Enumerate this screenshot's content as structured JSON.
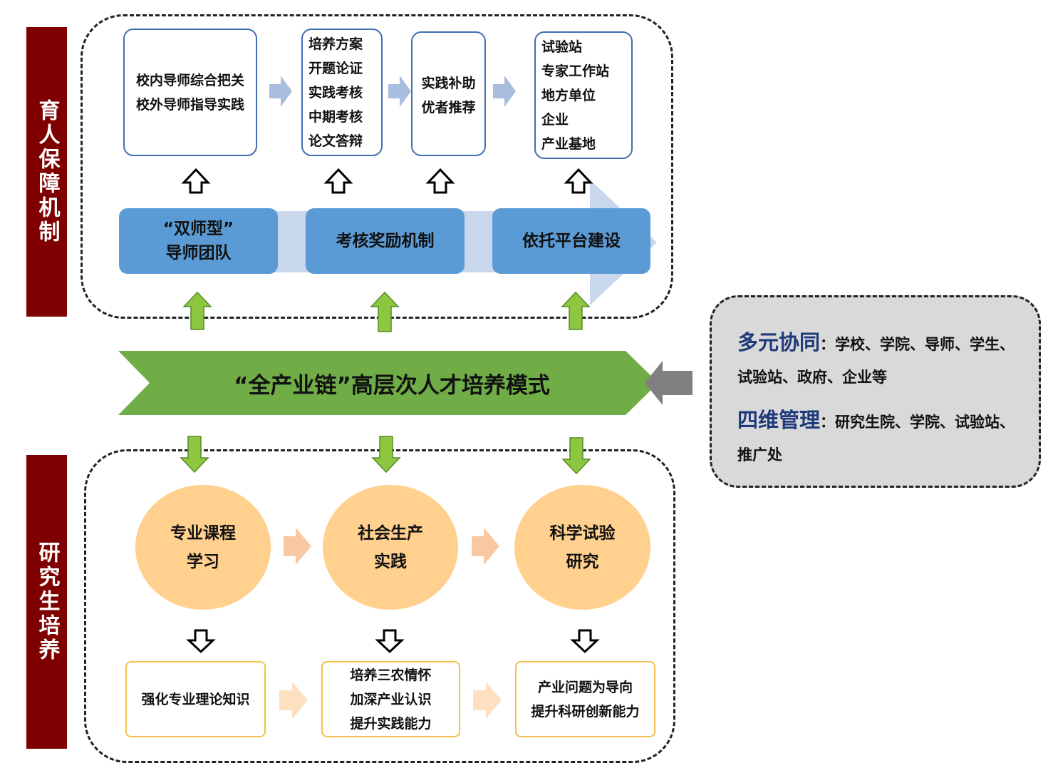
{
  "left_labels": {
    "top": "育人保障机制",
    "bottom": "研究生培养"
  },
  "top_boxes": [
    {
      "lines": [
        "校内导师综合把关",
        "校外导师指导实践"
      ]
    },
    {
      "lines": [
        "培养方案",
        "开题论证",
        "实践考核",
        "中期考核",
        "论文答辩"
      ]
    },
    {
      "lines": [
        "实践补助",
        "优者推荐"
      ]
    },
    {
      "lines": [
        "试验站",
        "专家工作站",
        "地方单位",
        "企业",
        "产业基地"
      ]
    }
  ],
  "mechanisms": [
    {
      "lines": [
        "“双师型”",
        "导师团队"
      ]
    },
    {
      "lines": [
        "考核奖励机制"
      ]
    },
    {
      "lines": [
        "依托平台建设"
      ]
    }
  ],
  "main_banner": "“全产业链”高层次人才培养模式",
  "side_panel": {
    "items": [
      {
        "title": "多元协同",
        "separator": "：",
        "text": "学校、学院、导师、学生、试验站、政府、企业等"
      },
      {
        "title": "四维管理",
        "separator": "：",
        "text": "研究生院、学院、试验站、推广处"
      }
    ]
  },
  "circles": [
    {
      "lines": [
        "专业课程",
        "学习"
      ]
    },
    {
      "lines": [
        "社会生产",
        "实践"
      ]
    },
    {
      "lines": [
        "科学试验",
        "研究"
      ]
    }
  ],
  "bottom_boxes": [
    {
      "lines": [
        "强化专业理论知识"
      ]
    },
    {
      "lines": [
        "培养三农情怀",
        "加深产业认识",
        "提升实践能力"
      ]
    },
    {
      "lines": [
        "产业问题为导向",
        "提升科研创新能力"
      ]
    }
  ],
  "colors": {
    "label_bar": "#7f0000",
    "mechanism_blue": "#5b9bd5",
    "banner_green": "#70ad47",
    "circle_orange": "#ffd08e",
    "box_yellow_border": "#f2c14e",
    "side_panel_bg": "#d9d9d9",
    "side_title_blue": "#1f3a7a"
  }
}
